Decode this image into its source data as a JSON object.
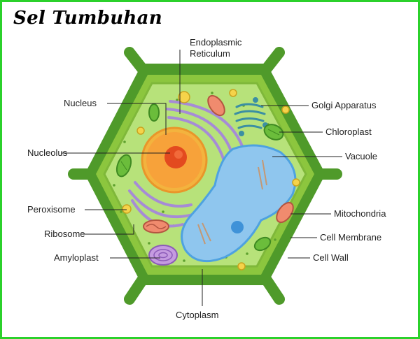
{
  "title": "Sel Tumbuhan",
  "labels": {
    "endoplasmic_line1": "Endoplasmic",
    "endoplasmic_line2": "Reticulum",
    "nucleus": "Nucleus",
    "nucleolus": "Nucleolus",
    "peroxisome": "Peroxisome",
    "ribosome": "Ribosome",
    "amyloplast": "Amyloplast",
    "cytoplasm": "Cytoplasm",
    "golgi": "Golgi Apparatus",
    "chloroplast": "Chloroplast",
    "vacuole": "Vacuole",
    "mitochondria": "Mitochondria",
    "cell_membrane": "Cell Membrane",
    "cell_wall": "Cell Wall"
  },
  "colors": {
    "frame": "#2bd12b",
    "cell_wall_outer": "#4f9a2a",
    "cell_wall_inner": "#8cc63e",
    "cytoplasm": "#b7e27a",
    "nucleus": "#f7a23a",
    "vacuole": "#8fc6ee",
    "er": "#a68bd6"
  }
}
